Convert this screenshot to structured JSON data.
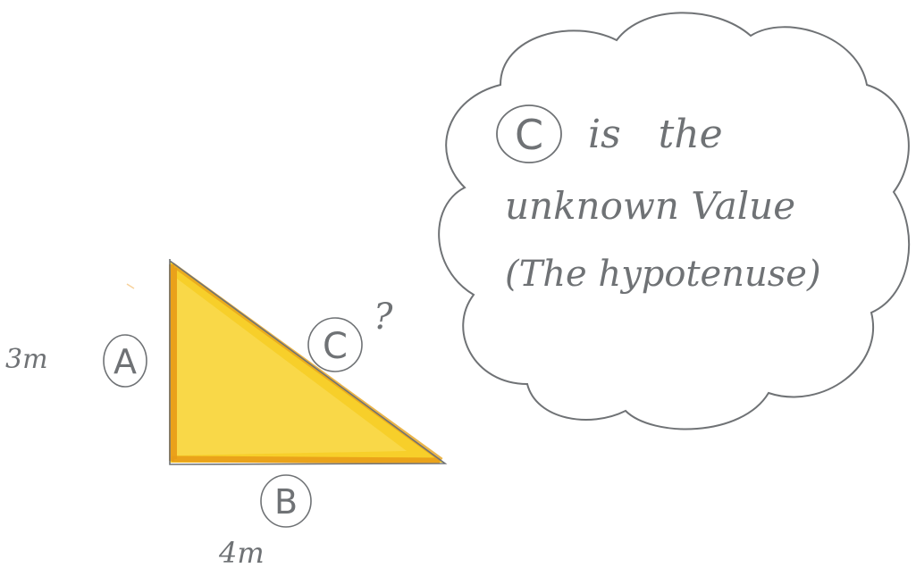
{
  "diagram": {
    "colors": {
      "ink": "#6f7275",
      "triangle_fill": "#f7cf2a",
      "triangle_edge": "#e89b18",
      "background": "#ffffff"
    },
    "triangle": {
      "side_a": {
        "letter": "A",
        "length": "3m"
      },
      "side_b": {
        "letter": "B",
        "length": "4m"
      },
      "side_c": {
        "letter": "C",
        "mark": "?"
      }
    },
    "thought_bubble": {
      "circled_letter": "C",
      "line1": "is the",
      "line2": "unknown Value",
      "line3": "(The hypotenuse)"
    }
  }
}
